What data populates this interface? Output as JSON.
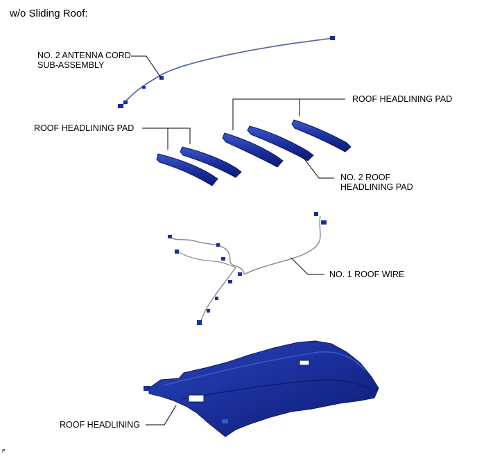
{
  "title": "w/o Sliding Roof:",
  "labels": {
    "antenna_cord": [
      "NO. 2 ANTENNA CORD",
      "SUB-ASSEMBLY"
    ],
    "headlining_pad_right": "ROOF HEADLINING PAD",
    "headlining_pad_left": "ROOF HEADLINING PAD",
    "no2_headlining_pad": [
      "NO. 2 ROOF",
      "HEADLINING PAD"
    ],
    "no1_roof_wire": "NO. 1 ROOF WIRE",
    "roof_headlining": "ROOF HEADLINING"
  },
  "illustration_code": "P",
  "colors": {
    "part_fill": "#1a2f9a",
    "part_dark": "#0c1a6e",
    "part_light": "#3c56c8",
    "wire": "#8a8f9a",
    "leader": "#000000"
  }
}
